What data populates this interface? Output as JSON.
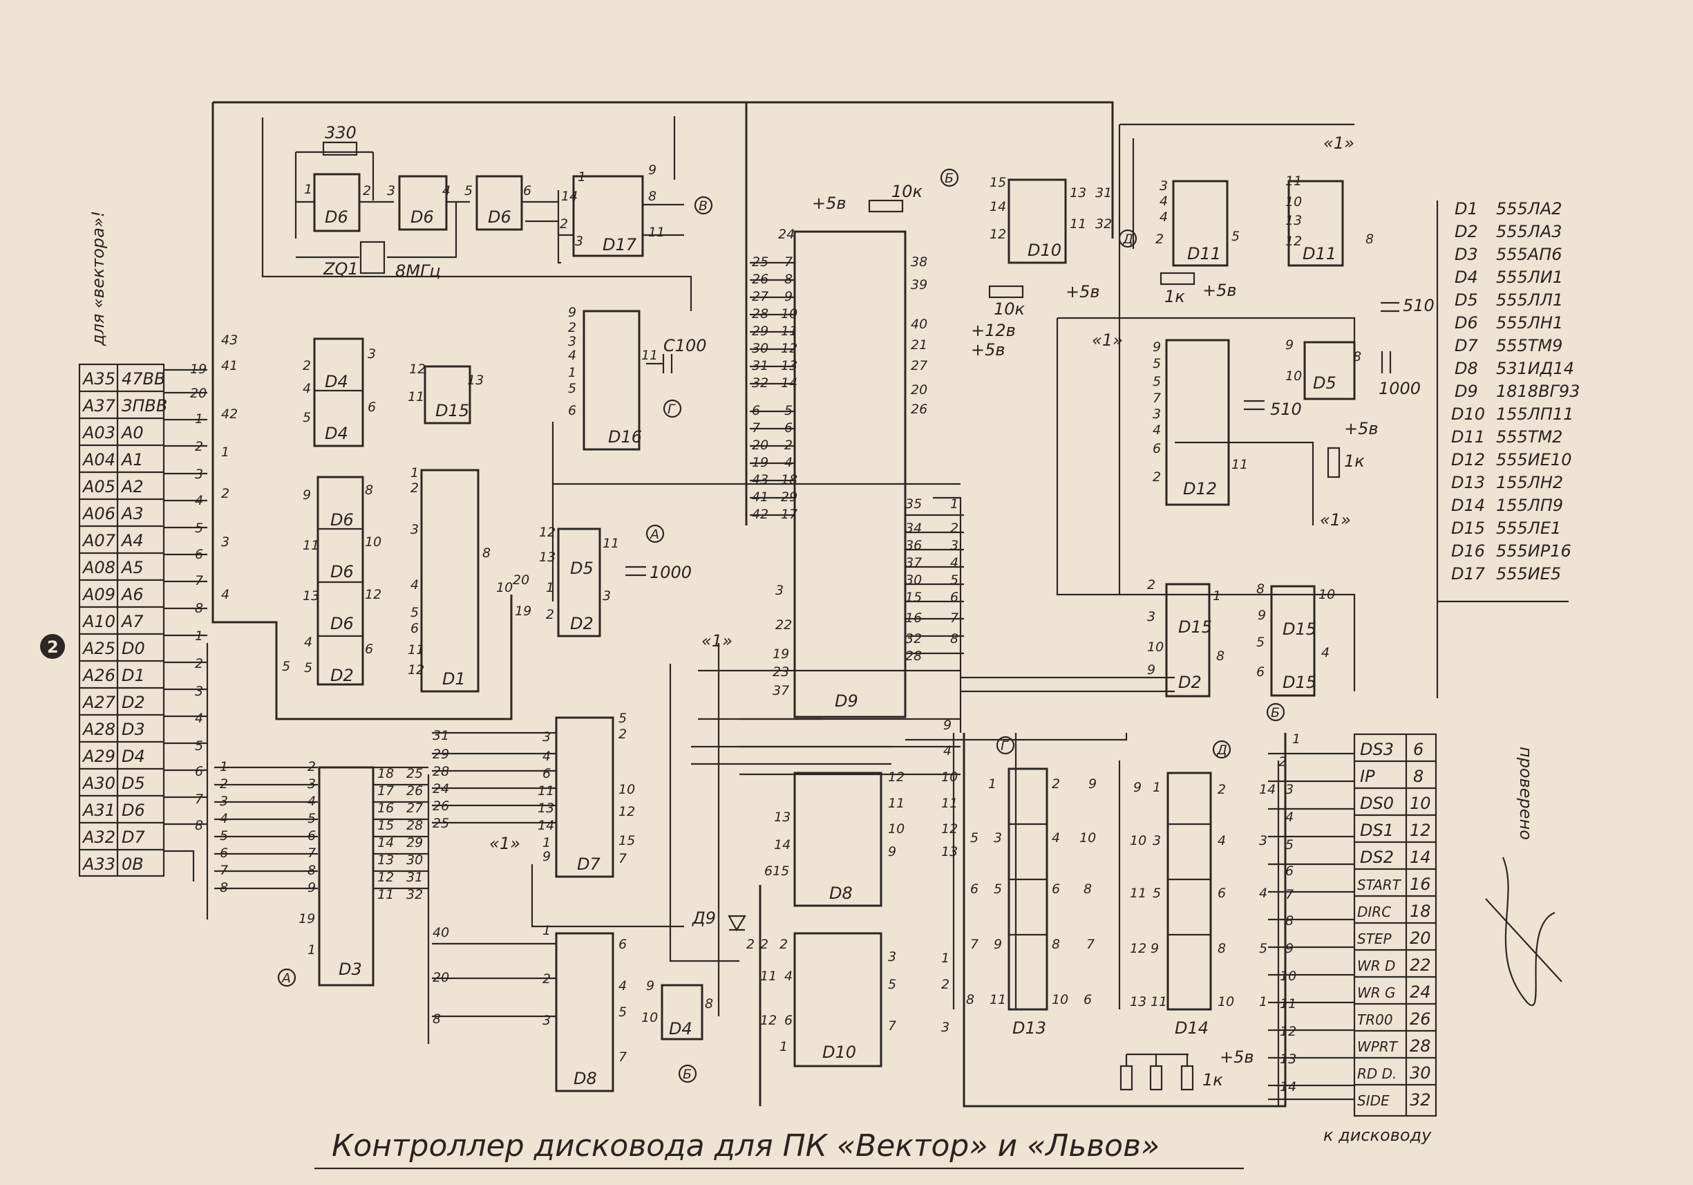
{
  "title": "Контроллер дисковода для ПК «Вектор» и «Львов»",
  "sheet_number": "2",
  "side_note": "для «вектора»!",
  "approval_note": "проверено",
  "drive_note": "к дисководу",
  "crystal": {
    "ref": "ZQ1",
    "freq": "8МГц",
    "resistor": "330"
  },
  "edge_connector": [
    {
      "pin": "А35",
      "signal": "47ВВ"
    },
    {
      "pin": "А37",
      "signal": "ЗПВВ"
    },
    {
      "pin": "А03",
      "signal": "А0"
    },
    {
      "pin": "А04",
      "signal": "А1"
    },
    {
      "pin": "А05",
      "signal": "А2"
    },
    {
      "pin": "А06",
      "signal": "А3"
    },
    {
      "pin": "А07",
      "signal": "А4"
    },
    {
      "pin": "А08",
      "signal": "А5"
    },
    {
      "pin": "А09",
      "signal": "А6"
    },
    {
      "pin": "А10",
      "signal": "А7"
    },
    {
      "pin": "А25",
      "signal": "D0"
    },
    {
      "pin": "А26",
      "signal": "D1"
    },
    {
      "pin": "А27",
      "signal": "D2"
    },
    {
      "pin": "А28",
      "signal": "D3"
    },
    {
      "pin": "А29",
      "signal": "D4"
    },
    {
      "pin": "А30",
      "signal": "D5"
    },
    {
      "pin": "А31",
      "signal": "D6"
    },
    {
      "pin": "А32",
      "signal": "D7"
    },
    {
      "pin": "А33",
      "signal": "0В"
    }
  ],
  "drive_connector": [
    {
      "signal": "DS3",
      "pin": "6"
    },
    {
      "signal": "IP",
      "pin": "8"
    },
    {
      "signal": "DS0",
      "pin": "10"
    },
    {
      "signal": "DS1",
      "pin": "12"
    },
    {
      "signal": "DS2",
      "pin": "14"
    },
    {
      "signal": "START",
      "pin": "16"
    },
    {
      "signal": "DIRC",
      "pin": "18"
    },
    {
      "signal": "STEP",
      "pin": "20"
    },
    {
      "signal": "WR D",
      "pin": "22"
    },
    {
      "signal": "WR G",
      "pin": "24"
    },
    {
      "signal": "TR00",
      "pin": "26"
    },
    {
      "signal": "WPRT",
      "pin": "28"
    },
    {
      "signal": "RD D.",
      "pin": "30"
    },
    {
      "signal": "SIDE",
      "pin": "32"
    }
  ],
  "bom": [
    {
      "ref": "D1",
      "part": "555ЛА2"
    },
    {
      "ref": "D2",
      "part": "555ЛА3"
    },
    {
      "ref": "D3",
      "part": "555АП6"
    },
    {
      "ref": "D4",
      "part": "555ЛИ1"
    },
    {
      "ref": "D5",
      "part": "555ЛЛ1"
    },
    {
      "ref": "D6",
      "part": "555ЛН1"
    },
    {
      "ref": "D7",
      "part": "555ТМ9"
    },
    {
      "ref": "D8",
      "part": "531ИД14"
    },
    {
      "ref": "D9",
      "part": "1818ВГ93"
    },
    {
      "ref": "D10",
      "part": "155ЛП11"
    },
    {
      "ref": "D11",
      "part": "555ТМ2"
    },
    {
      "ref": "D12",
      "part": "555ИЕ10"
    },
    {
      "ref": "D13",
      "part": "155ЛН2"
    },
    {
      "ref": "D14",
      "part": "155ЛП9"
    },
    {
      "ref": "D15",
      "part": "555ЛЕ1"
    },
    {
      "ref": "D16",
      "part": "555ИР16"
    },
    {
      "ref": "D17",
      "part": "555ИЕ5"
    }
  ],
  "chips": {
    "d1": "D1",
    "d2": "D2",
    "d3": "D3",
    "d4": "D4",
    "d5": "D5",
    "d6": "D6",
    "d7": "D7",
    "d8": "D8",
    "d9": "D9",
    "d10": "D10",
    "d11": "D11",
    "d12": "D12",
    "d13": "D13",
    "d14": "D14",
    "d15": "D15",
    "d16": "D16",
    "d17": "D17"
  },
  "labels": {
    "plus5": "+5в",
    "plus12": "+12в",
    "one": "«1»",
    "r10k": "10к",
    "r1k": "1к",
    "c100": "С100",
    "c1000": "1000",
    "c510": "510",
    "diode": "Д9",
    "flag_a": "А",
    "flag_b": "Б",
    "flag_v": "В",
    "flag_g": "Г",
    "flag_d": "Д"
  },
  "colors": {
    "paper": "#efe4d4",
    "ink": "#2c2624"
  }
}
